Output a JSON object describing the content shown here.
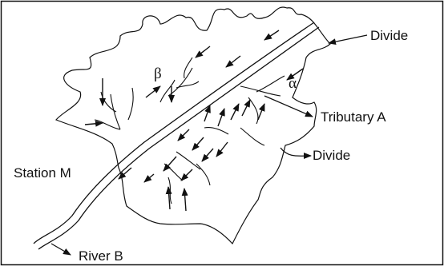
{
  "labels": {
    "divide_top": "Divide",
    "divide_bottom": "Divide",
    "tributary_a": "Tributary A",
    "station_m": "Station M",
    "river_b": "River B",
    "beta": "β",
    "alpha": "α"
  },
  "colors": {
    "line": "#111111",
    "background": "#ffffff"
  }
}
